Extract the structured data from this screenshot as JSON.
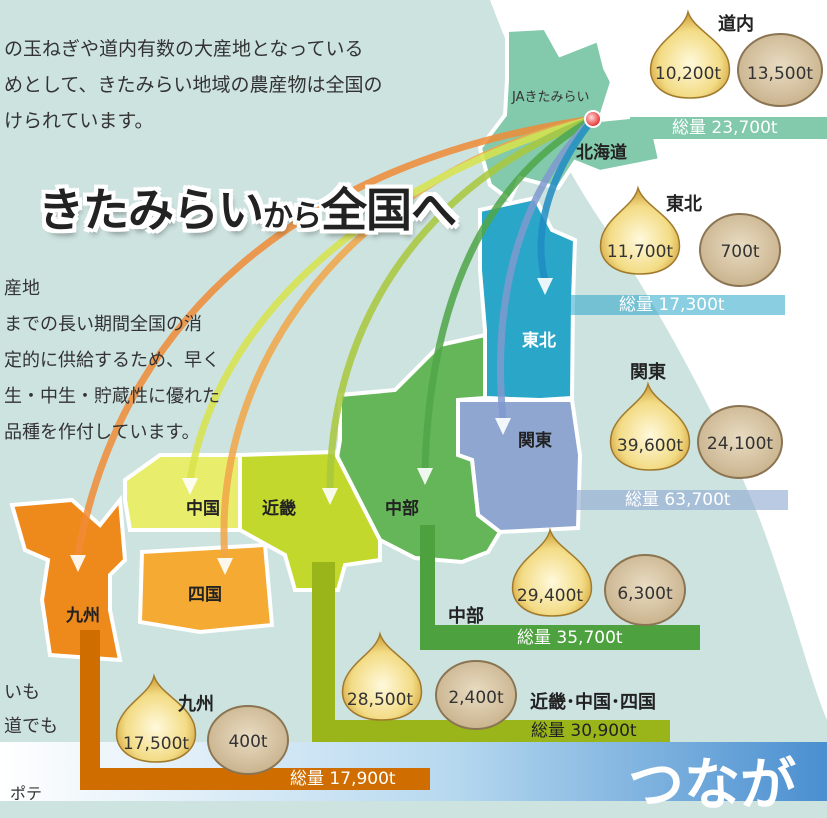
{
  "intro_lines": [
    "の玉ねぎや道内有数の大産地となっている",
    "めとして、きたみらい地域の農産物は全国の",
    "けられています。"
  ],
  "title_main": "きたみらい",
  "title_small": "から",
  "title_end": "全国へ",
  "side_lines": [
    "産地",
    "までの長い期間全国の消",
    "定的に供給するため、早く",
    "生・中生・貯蔵性に優れた",
    "品種を作付しています。"
  ],
  "bottom_left_lines": [
    "いも",
    "道でも"
  ],
  "bottom_fragment": "ポテ",
  "corner_text": "つなが",
  "ja_label": "JAきたみらい",
  "map_regions": {
    "hokkaido": "北海道",
    "tohoku": "東北",
    "kanto": "関東",
    "chubu": "中部",
    "kinki": "近畿",
    "chugoku": "中国",
    "shikoku": "四国",
    "kyushu": "九州"
  },
  "groups": [
    {
      "label": "道内",
      "onion": "10,200t",
      "potato": "13,500t",
      "total": "総量 23,700t"
    },
    {
      "label": "東北",
      "onion": "11,700t",
      "potato": "700t",
      "total": "総量 17,300t"
    },
    {
      "label": "関東",
      "onion": "39,600t",
      "potato": "24,100t",
      "total": "総量 63,700t"
    },
    {
      "label": "中部",
      "onion": "29,400t",
      "potato": "6,300t",
      "total": "総量 35,700t"
    },
    {
      "label": "近畿･中国･四国",
      "onion": "28,500t",
      "potato": "2,400t",
      "total": "総量 30,900t"
    },
    {
      "label": "九州",
      "onion": "17,500t",
      "potato": "400t",
      "total": "総量 17,900t"
    }
  ],
  "colors": {
    "hokkaido": "#83c9ac",
    "tohoku": "#2aa6c8",
    "kanto": "#8ea6d0",
    "chubu": "#64b658",
    "kinki": "#c3d82c",
    "chugoku": "#e9ed6c",
    "shikoku": "#f4aa33",
    "kyushu": "#ee8a1c"
  }
}
